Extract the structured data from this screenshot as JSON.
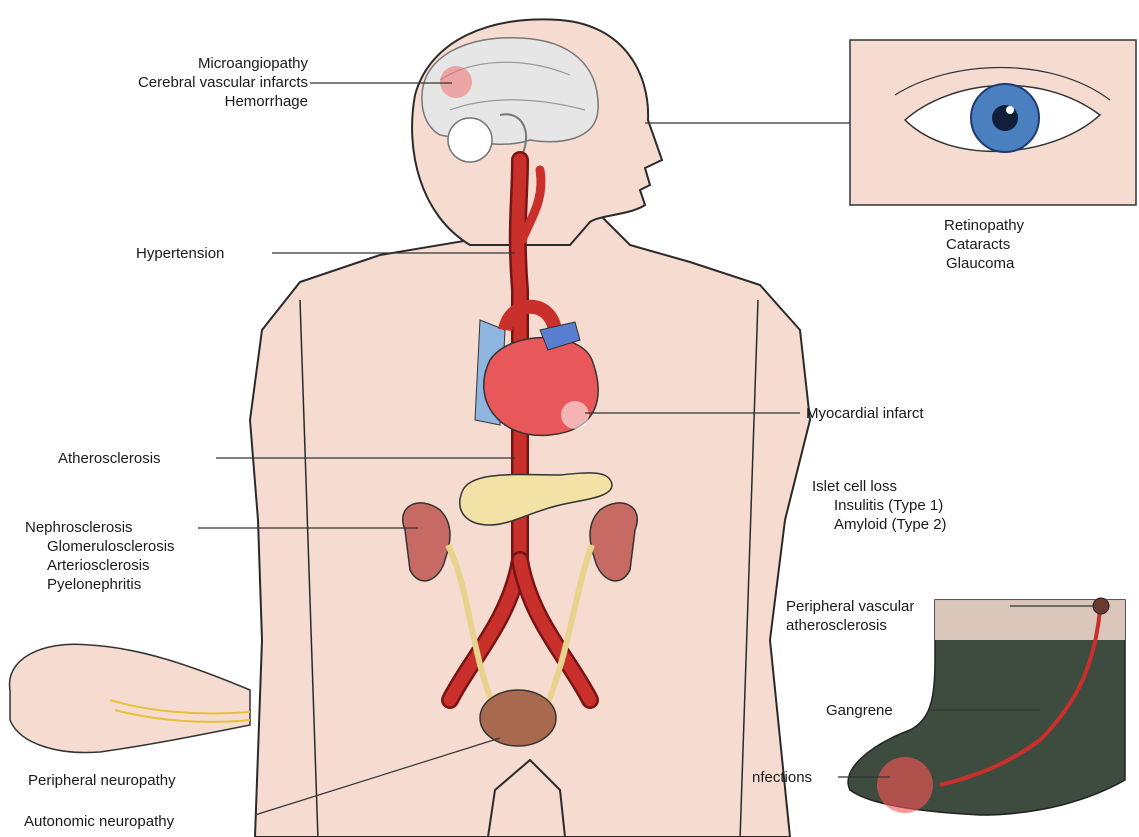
{
  "colors": {
    "skin": "#f6dcd0",
    "skin_outline": "#2a2a2a",
    "artery": "#c9302c",
    "artery_dark": "#7a1414",
    "heart": "#e8585a",
    "vein": "#5a7fd0",
    "kidney": "#c86a64",
    "pancreas": "#f3e2a6",
    "ureter": "#e8d38e",
    "brain": "#e6e6e6",
    "eye_panel": "#f6dcd0",
    "iris": "#4a7fc0",
    "gangrene": "#3e4b3f",
    "nerve": "#e6c23a",
    "leader": "#333333"
  },
  "labels": {
    "brain": [
      "Microangiopathy",
      "Cerebral vascular infarcts",
      "Hemorrhage"
    ],
    "hypertension": "Hypertension",
    "eye": [
      "Retinopathy",
      "Cataracts",
      "Glaucoma"
    ],
    "myocardial": "Myocardial infarct",
    "atherosclerosis": "Atherosclerosis",
    "islet": [
      "Islet cell loss",
      "Insulitis (Type 1)",
      "Amyloid (Type 2)"
    ],
    "kidney": [
      "Nephrosclerosis",
      "Glomerulosclerosis",
      "Arteriosclerosis",
      "Pyelonephritis"
    ],
    "peripheral_vascular": [
      "Peripheral vascular",
      "atherosclerosis"
    ],
    "gangrene": "Gangrene",
    "infections": "nfections",
    "peripheral_neuropathy": "Peripheral neuropathy",
    "autonomic_neuropathy": "Autonomic neuropathy"
  },
  "icons": [
    "brain-icon",
    "eye-icon",
    "heart-icon",
    "pancreas-icon",
    "kidney-icon",
    "bladder-icon",
    "hand-icon",
    "foot-icon"
  ]
}
